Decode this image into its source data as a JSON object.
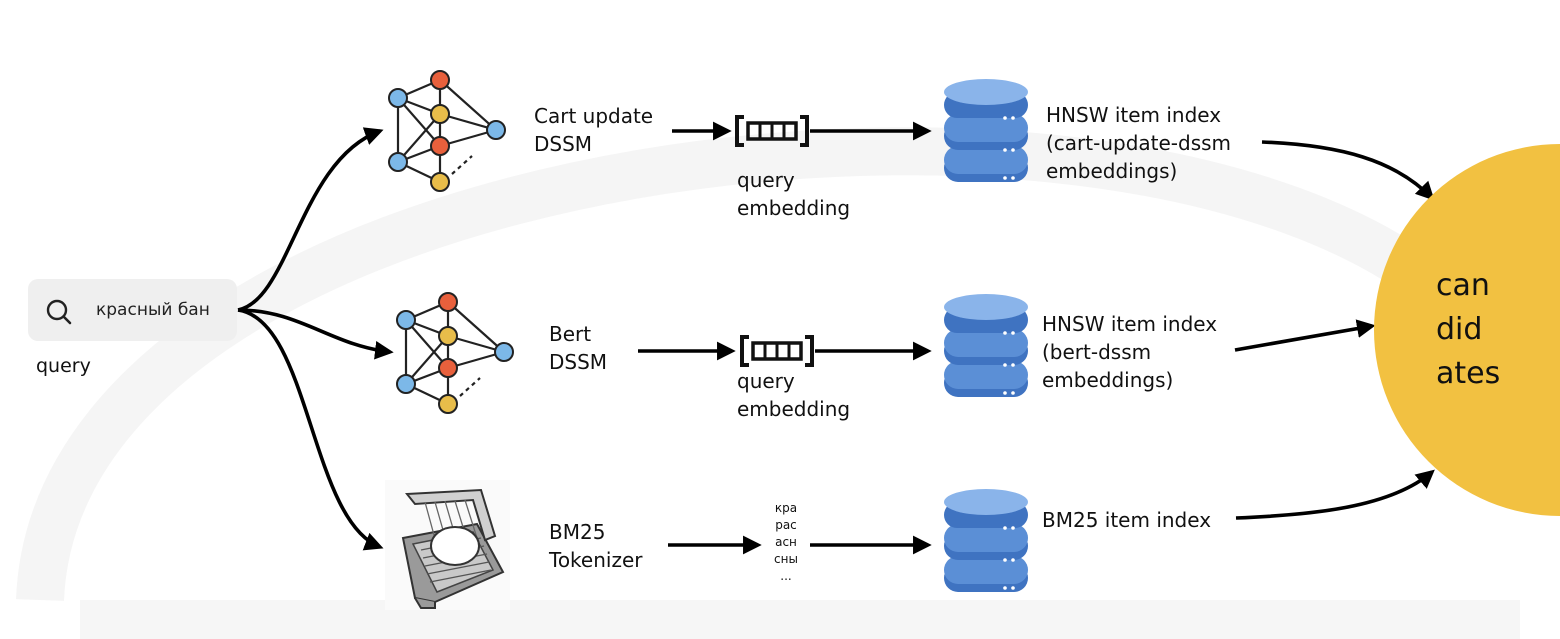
{
  "search": {
    "text": "красный бан",
    "caption": "query"
  },
  "rows": [
    {
      "model_lines": [
        "Cart update",
        "DSSM"
      ],
      "output_lines": [
        "query",
        "embedding"
      ],
      "index_lines": [
        "HNSW item index",
        "(cart-update-dssm",
        "embeddings)"
      ]
    },
    {
      "model_lines": [
        "Bert",
        "DSSM"
      ],
      "output_lines": [
        "query",
        "embedding"
      ],
      "index_lines": [
        "HNSW item index",
        "(bert-dssm",
        "embeddings)"
      ]
    },
    {
      "model_lines": [
        "BM25",
        "Tokenizer"
      ],
      "tokens": [
        "кра",
        "рас",
        "асн",
        "сны",
        "..."
      ],
      "index_lines": [
        "BM25 item index"
      ]
    }
  ],
  "candidates": {
    "lines": [
      "can",
      "did",
      "ates"
    ]
  },
  "colors": {
    "candidates": "#f2c141",
    "database": "#5b8fd6",
    "node_blue": "#7cb8e8",
    "node_orange": "#e8603c",
    "node_yellow": "#e8bd4a",
    "search_bg": "#efefef"
  },
  "icons": [
    "search-icon",
    "neural-network-icon",
    "vector-icon",
    "database-icon",
    "egg-slicer-icon"
  ]
}
